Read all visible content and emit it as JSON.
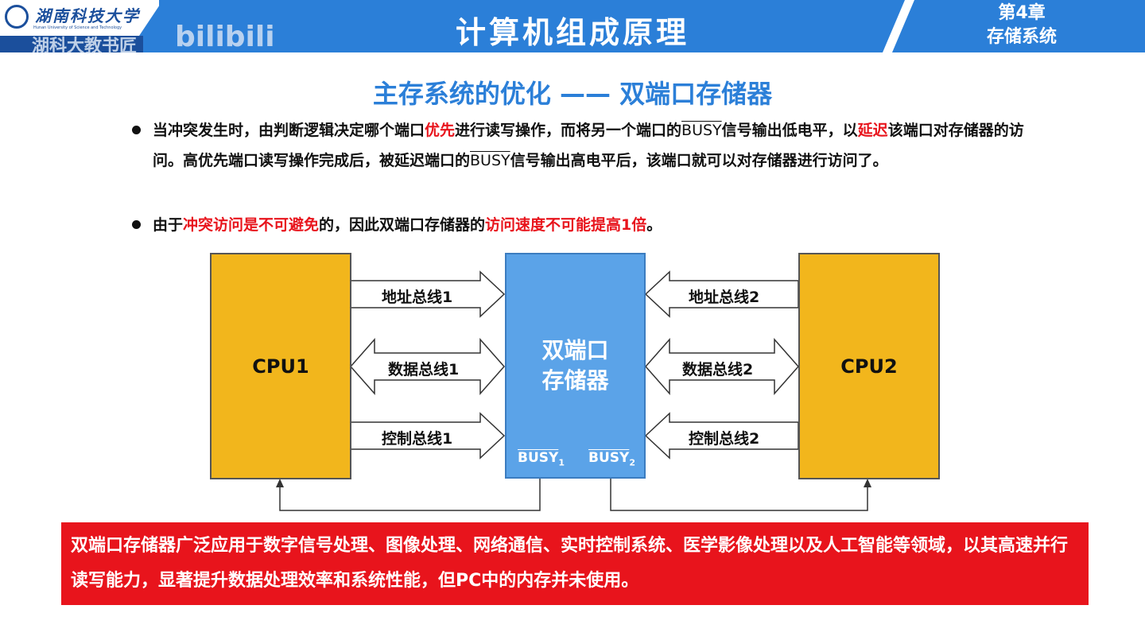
{
  "header": {
    "university": "湖南科技大学",
    "university_en": "Hunan University of Science and Technology",
    "watermark": "湖科大教书匠",
    "bilibili": "bilibili",
    "title": "计算机组成原理",
    "chapter": "第4章",
    "chapter_name": "存储系统"
  },
  "subtitle": "主存系统的优化 —— 双端口存储器",
  "bullets": [
    {
      "parts": [
        "当冲突发生时，由判断逻辑决定哪个端口",
        "优先",
        "进行读写操作，而将另一个端口的",
        "BUSY",
        "信号输出低电平，以",
        "延迟",
        "该端口对存储器的访问。高优先端口读写操作完成后，被延迟端口的",
        "BUSY",
        "信号输出高电平后，该端口就可以对存储器进行访问了。"
      ]
    },
    {
      "parts": [
        "由于",
        "冲突访问是不可避免",
        "的，因此双端口存储器的",
        "访问速度不可能提高1倍",
        "。"
      ]
    }
  ],
  "diagram": {
    "cpu1": "CPU1",
    "cpu2": "CPU2",
    "memory_line1": "双端口",
    "memory_line2": "存储器",
    "busy": "BUSY",
    "busy1_sub": "1",
    "busy2_sub": "2",
    "left_buses": [
      "地址总线1",
      "数据总线1",
      "控制总线1"
    ],
    "right_buses": [
      "地址总线2",
      "数据总线2",
      "控制总线2"
    ]
  },
  "note": "双端口存储器广泛应用于数字信号处理、图像处理、网络通信、实时控制系统、医学影像处理以及人工智能等领域，以其高速并行读写能力，显著提升数据处理效率和系统性能，但PC中的内存并未使用。"
}
